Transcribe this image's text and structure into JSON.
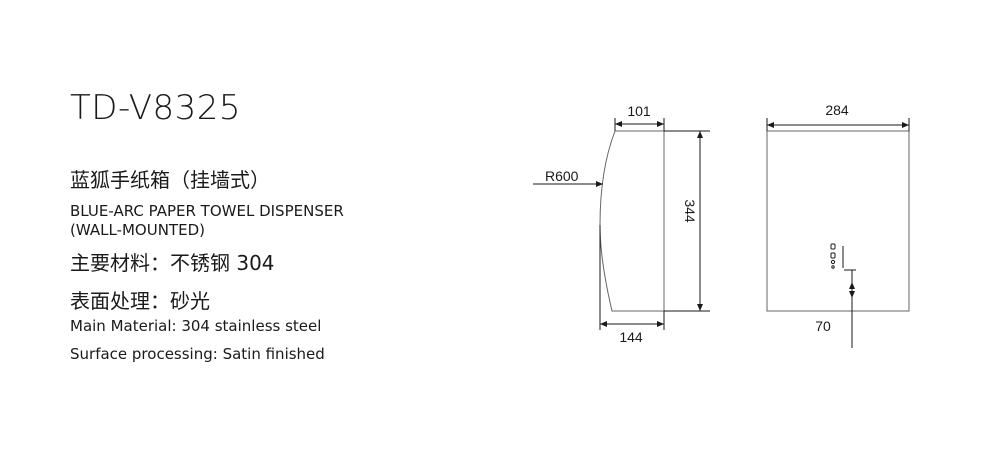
{
  "spec": {
    "model": "TD-V8325",
    "name_zh": "蓝狐手纸箱（挂墙式）",
    "name_en_line1": "BLUE-ARC PAPER TOWEL DISPENSER",
    "name_en_line2": "(WALL-MOUNTED)",
    "material_zh": "主要材料：不锈钢 304",
    "surface_zh": "表面处理：砂光",
    "material_en": "Main Material: 304 stainless steel",
    "surface_en": "Surface processing: Satin finished"
  },
  "drawing": {
    "side_top_width": "101",
    "side_bottom_width": "144",
    "height": "344",
    "radius": "R600",
    "front_width": "284",
    "outlet_offset": "70"
  },
  "colors": {
    "line": "#1a1a1a",
    "outline": "#666666",
    "text": "#1a1a1a"
  }
}
